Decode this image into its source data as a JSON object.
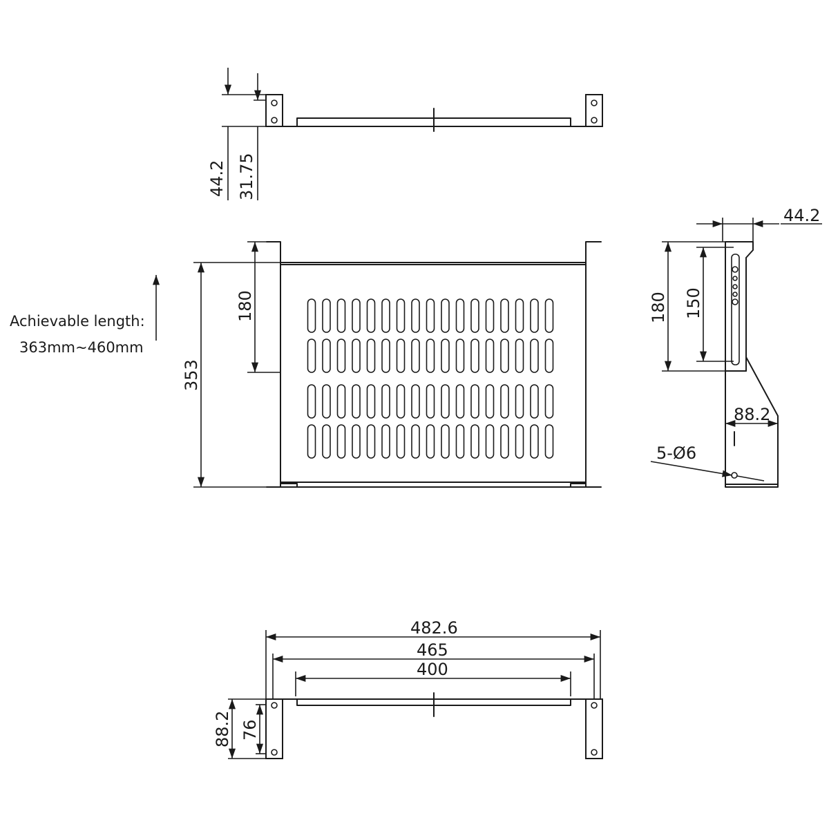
{
  "note": {
    "line1": "Achievable length:",
    "line2": "363mm~460mm"
  },
  "dimensions": {
    "top_view": {
      "height_total": "44.2",
      "height_inner": "31.75"
    },
    "plan_view": {
      "depth_total": "353",
      "depth_front": "180"
    },
    "side_view": {
      "top_width": "44.2",
      "height_outer": "180",
      "height_inner": "150",
      "bottom_width": "88.2",
      "holes": "5-Ø6"
    },
    "front_view": {
      "width_total": "482.6",
      "width_mid": "465",
      "width_inner": "400",
      "height_total": "88.2",
      "height_inner": "76"
    }
  }
}
